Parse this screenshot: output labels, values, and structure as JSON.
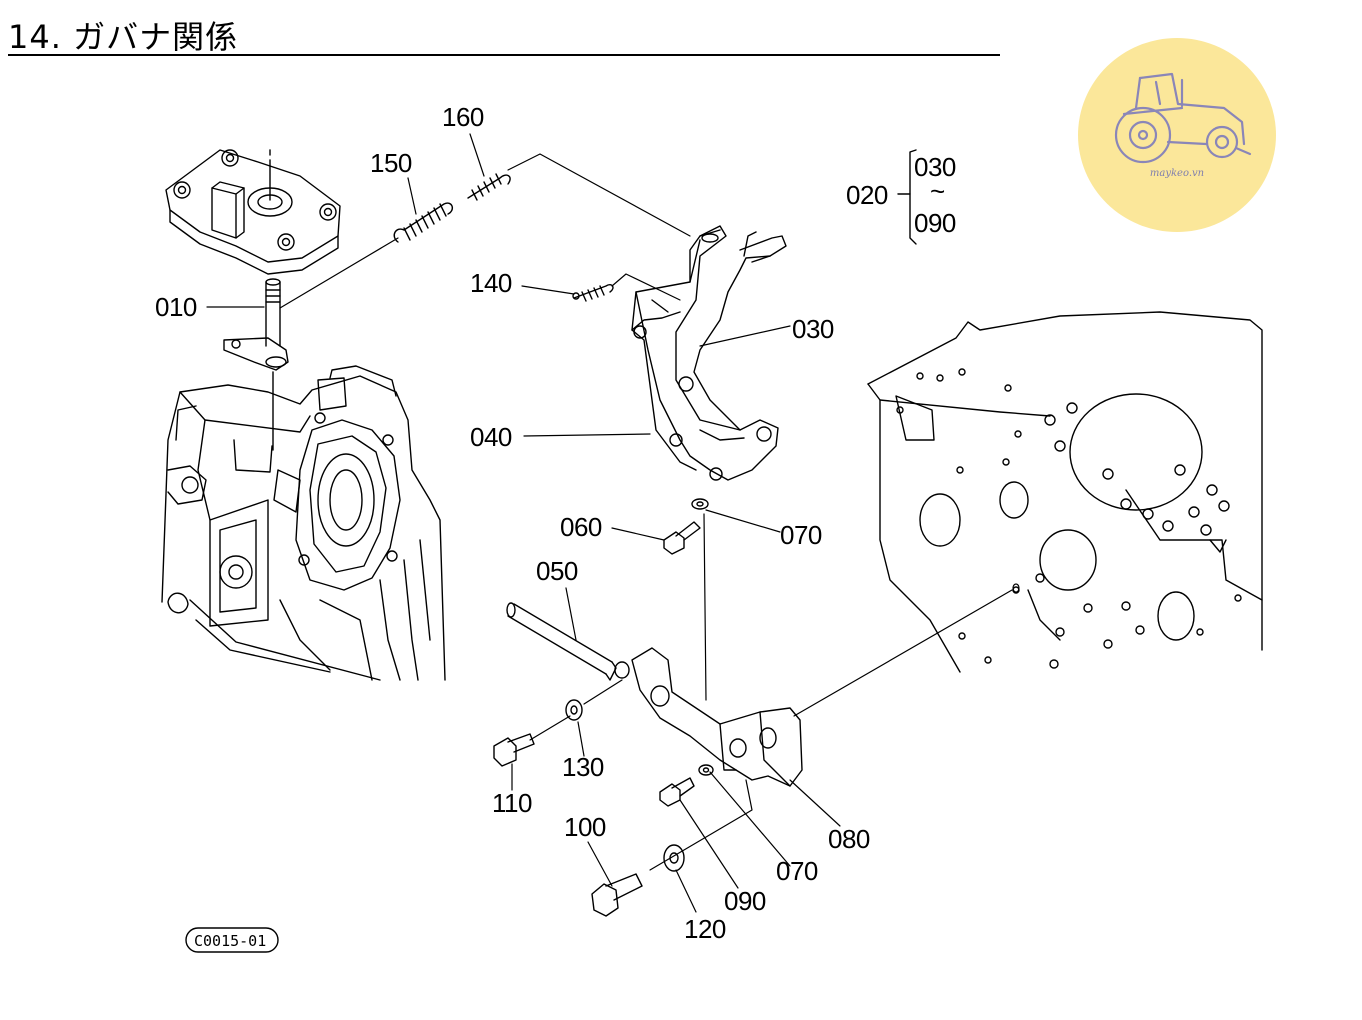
{
  "header": {
    "title": "14. ガバナ関係"
  },
  "logo": {
    "caption": "maykeo.vn",
    "icon": "tractor-icon"
  },
  "group": {
    "main": "020",
    "from": "030",
    "tilde": "~",
    "to": "090"
  },
  "callouts": {
    "p010": "010",
    "p030": "030",
    "p040": "040",
    "p050": "050",
    "p060": "060",
    "p070a": "070",
    "p070b": "070",
    "p080": "080",
    "p090": "090",
    "p100": "100",
    "p110": "110",
    "p120": "120",
    "p130": "130",
    "p140": "140",
    "p150": "150",
    "p160": "160"
  },
  "figure_code": "C0015-01"
}
